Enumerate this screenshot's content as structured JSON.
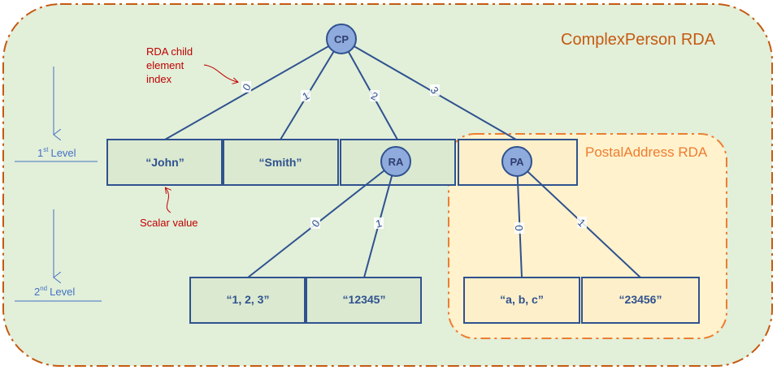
{
  "regions": {
    "complex_person": {
      "title": "ComplexPerson RDA",
      "fill": "#e2efd9",
      "border": "#c55a11"
    },
    "postal_address": {
      "title": "PostalAddress RDA",
      "fill": "#fff2cc",
      "border": "#ed7d31"
    }
  },
  "nodes": {
    "cp": "CP",
    "ra": "RA",
    "pa": "PA"
  },
  "levels": {
    "first": {
      "number": "1",
      "suffix": "st",
      "word": "Level"
    },
    "second": {
      "number": "2",
      "suffix": "nd",
      "word": "Level"
    }
  },
  "level1_cells": {
    "john": "“John”",
    "smith": "“Smith”"
  },
  "level2_cells": {
    "ra_0": "“1, 2, 3”",
    "ra_1": "“12345”",
    "pa_0": "“a, b, c”",
    "pa_1": "“23456”"
  },
  "edge_indices": {
    "cp": [
      "0",
      "1",
      "2",
      "3"
    ],
    "ra": [
      "0",
      "1"
    ],
    "pa": [
      "0",
      "1"
    ]
  },
  "annotations": {
    "child_index": [
      "RDA child",
      "element",
      "index"
    ],
    "scalar_value": "Scalar value"
  },
  "colors": {
    "node_fill": "#8faadc",
    "stroke": "#2f528f",
    "annotation": "#c00000",
    "level": "#4472c4"
  }
}
